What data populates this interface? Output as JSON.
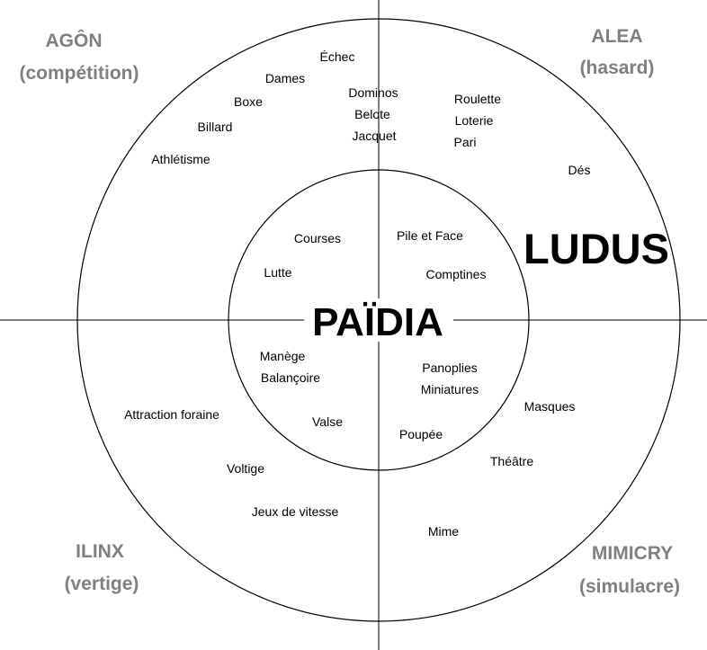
{
  "colors": {
    "line": "#000000",
    "category_label": "#808080",
    "text": "#000000",
    "background": "#ffffff"
  },
  "center_title": "PAÏDIA",
  "outer_title": "LUDUS",
  "quadrants": {
    "agon": {
      "name": "AGÔN",
      "subtitle": "(compétition)"
    },
    "alea": {
      "name": "ALEA",
      "subtitle": "(hasard)"
    },
    "ilinx": {
      "name": "ILINX",
      "subtitle": "(vertige)"
    },
    "mimicry": {
      "name": "MIMICRY",
      "subtitle": "(simulacre)"
    }
  },
  "items": {
    "agon_outer": [
      "Échec",
      "Dames",
      "Boxe",
      "Billard",
      "Athlétisme",
      "Dominos",
      "Belote",
      "Jacquet"
    ],
    "agon_inner": [
      "Courses",
      "Lutte"
    ],
    "alea_outer": [
      "Roulette",
      "Loterie",
      "Pari",
      "Dés"
    ],
    "alea_inner": [
      "Pile et Face",
      "Comptines"
    ],
    "ilinx_inner": [
      "Manège",
      "Balançoire",
      "Valse"
    ],
    "ilinx_outer": [
      "Attraction foraine",
      "Voltige",
      "Jeux de vitesse"
    ],
    "mimicry_inner": [
      "Panoplies",
      "Miniatures",
      "Poupée"
    ],
    "mimicry_outer": [
      "Masques",
      "Théâtre",
      "Mime"
    ]
  }
}
